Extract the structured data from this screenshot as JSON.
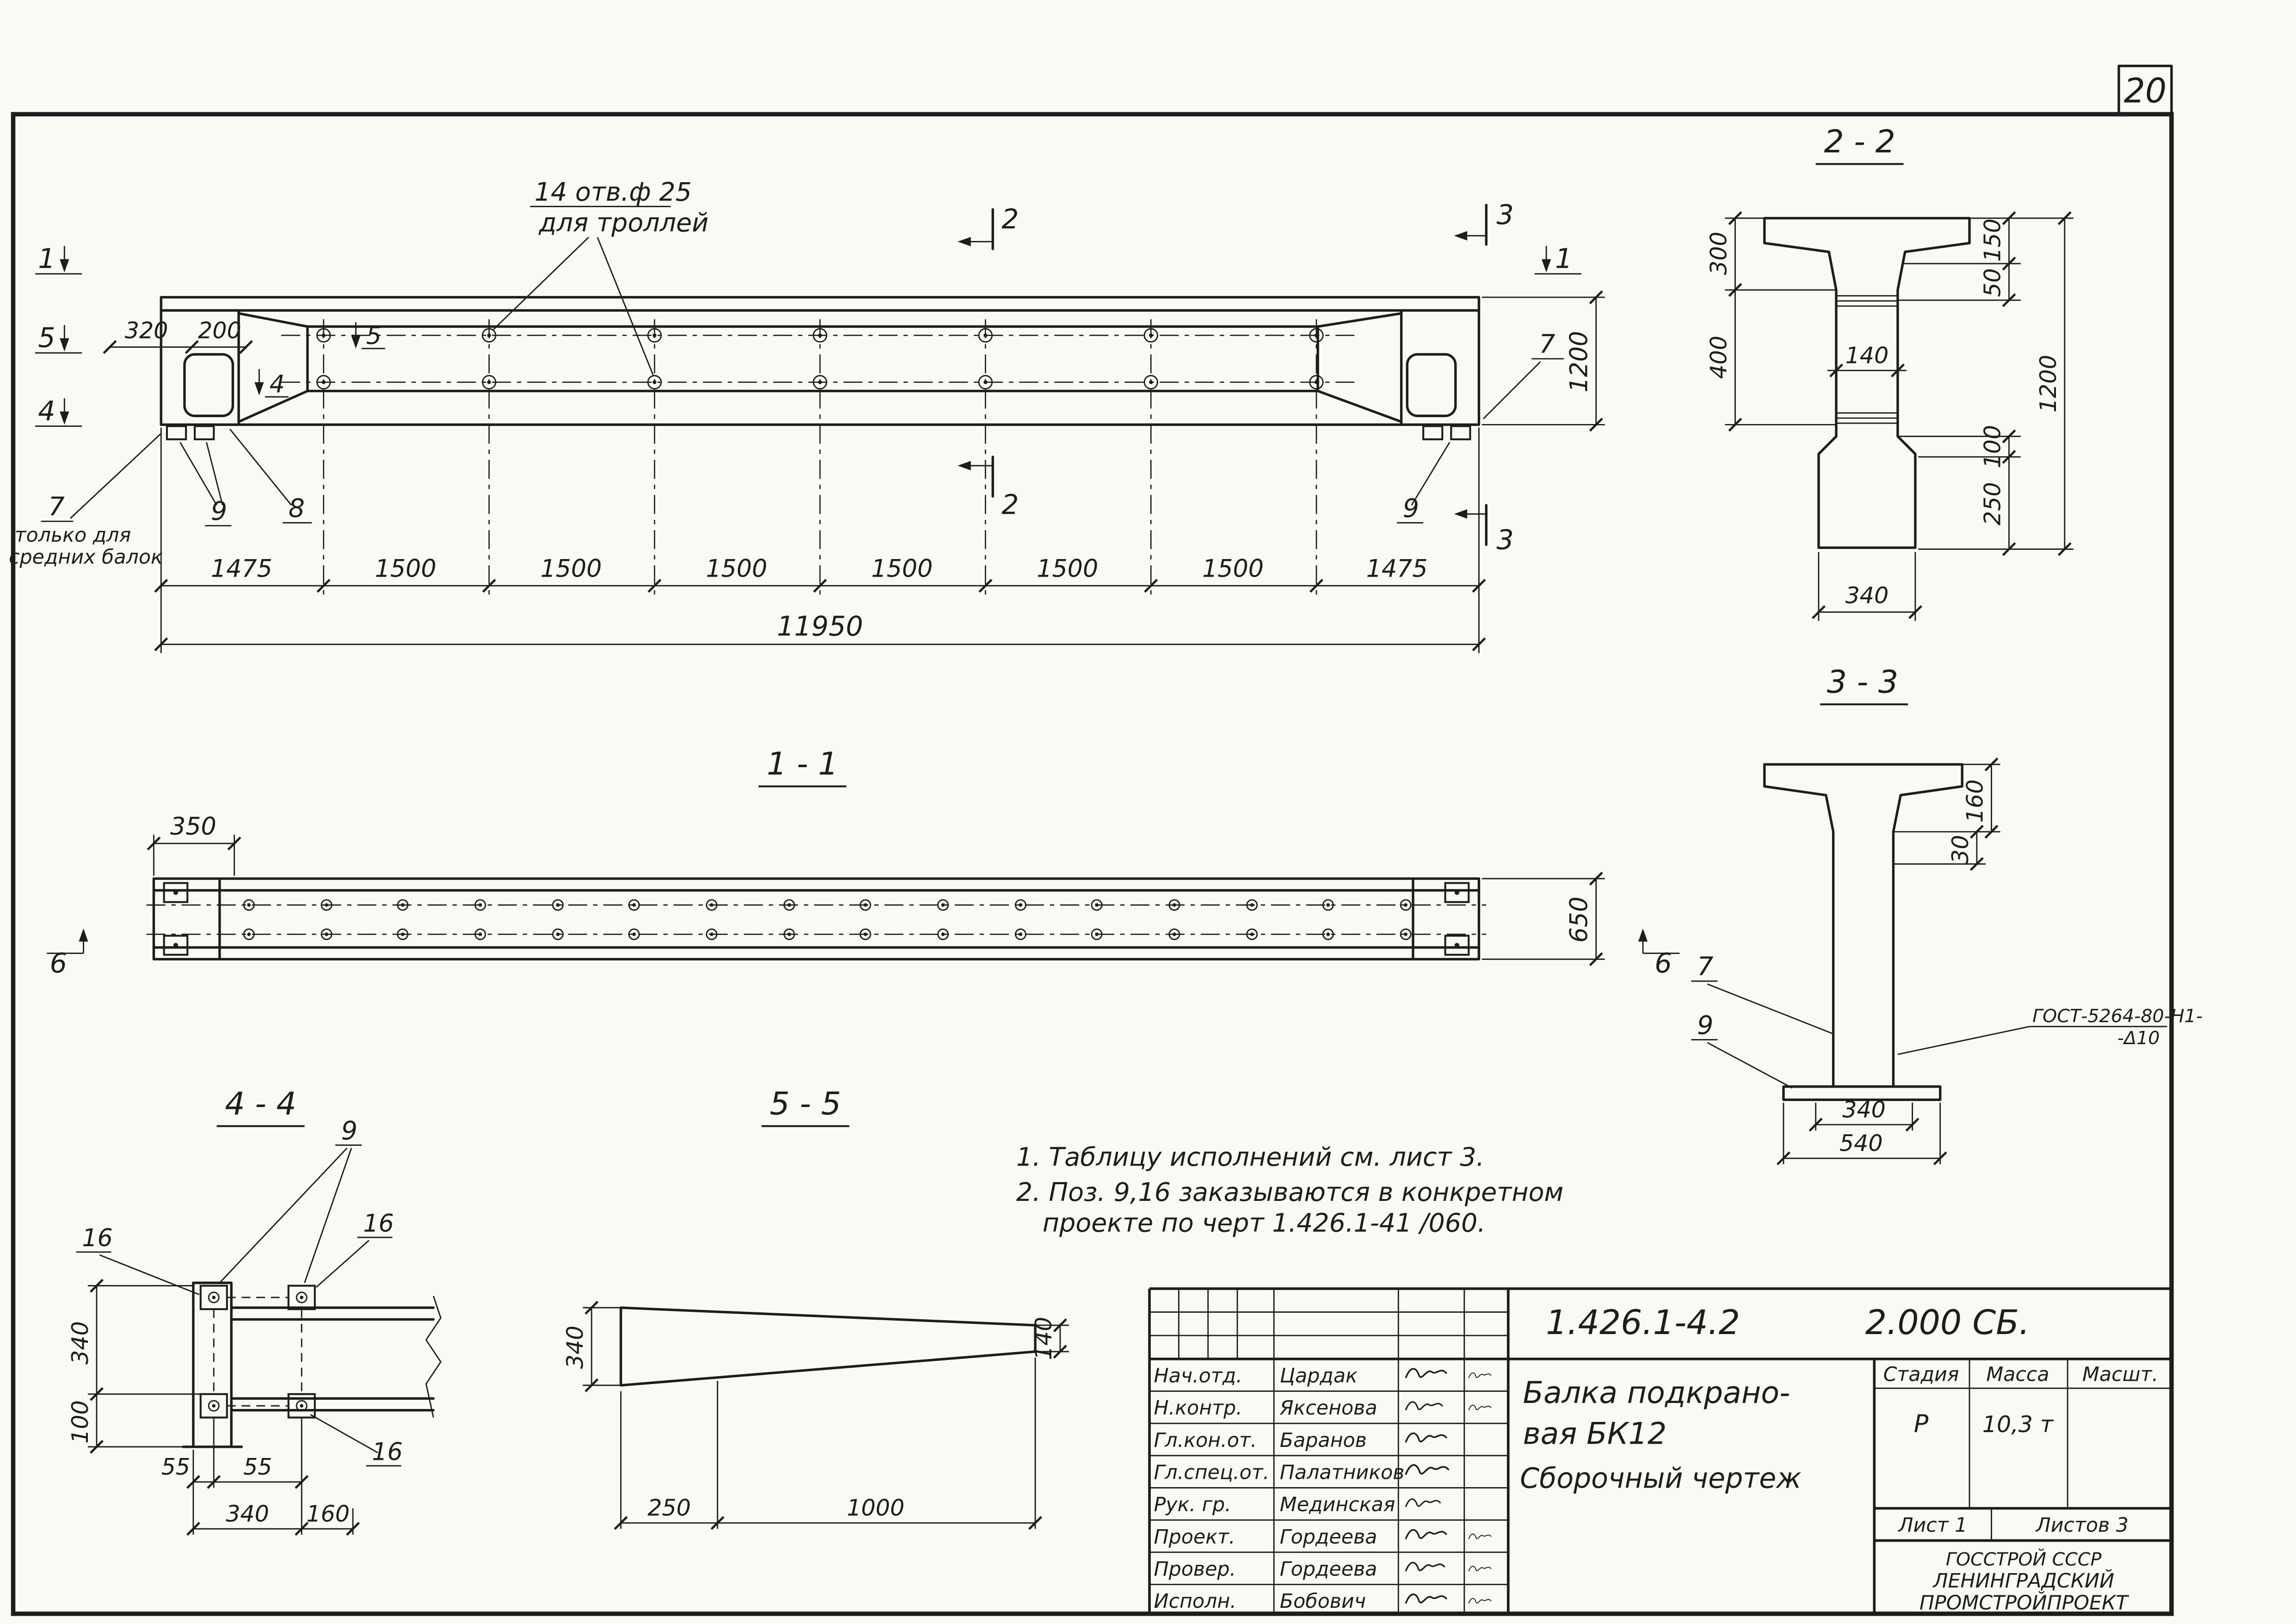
{
  "sheet_number": "20",
  "colors": {
    "ink": "#1d1d1d",
    "paper": "#faf9f4"
  },
  "main_view": {
    "holes_note_1": "14 отв.ф 25",
    "holes_note_2": "для троллей",
    "dim_320": "320",
    "dim_200": "200",
    "dim_1200": "1200",
    "seg_dims": [
      "1475",
      "1500",
      "1500",
      "1500",
      "1500",
      "1500",
      "1500",
      "1475"
    ],
    "dim_total": "11950",
    "marker_1_left": "1",
    "marker_5_left": "5",
    "marker_4_left": "4",
    "marker_5_inner": "5",
    "marker_4_inner": "4",
    "marker_2_top": "2",
    "marker_2_bottom": "2",
    "marker_3_top": "3",
    "marker_3_bottom": "3",
    "marker_1_right": "1",
    "label_7_right": "7",
    "label_7_left": "7",
    "note_left_1": "только для",
    "note_left_2": "средних балок",
    "label_9_left": "9",
    "label_8_left": "8",
    "label_9_right": "9"
  },
  "section_2_2": {
    "title": "2 - 2",
    "dim_300": "300",
    "dim_400": "400",
    "dim_140": "140",
    "dim_150": "150",
    "dim_50": "50",
    "dim_100": "100",
    "dim_250": "250",
    "dim_1200": "1200",
    "dim_340": "340"
  },
  "section_1_1": {
    "title": "1 - 1",
    "dim_350": "350",
    "dim_650": "650",
    "marker_6_left": "6",
    "marker_6_right": "6"
  },
  "section_3_3": {
    "title": "3 - 3",
    "dim_160": "160",
    "dim_30": "30",
    "label_7": "7",
    "label_9": "9",
    "gost_note_1": "ГОСТ-5264-80-Н1-",
    "gost_note_2": "-Δ10",
    "dim_340": "340",
    "dim_540": "540"
  },
  "section_4_4": {
    "title": "4 - 4",
    "label_9": "9",
    "label_16_a": "16",
    "label_16_b": "16",
    "label_16_c": "16",
    "dim_340_v": "340",
    "dim_100": "100",
    "dim_55_a": "55",
    "dim_55_b": "55",
    "dim_340_h": "340",
    "dim_160": "160"
  },
  "section_5_5": {
    "title": "5 - 5",
    "dim_340": "340",
    "dim_140": "140",
    "dim_250": "250",
    "dim_1000": "1000"
  },
  "notes": {
    "line1": "1. Таблицу исполнений  см. лист 3.",
    "line2": "2. Поз. 9,16 заказываются в конкретном",
    "line3": "проекте по черт 1.426.1-41 /060."
  },
  "title_block": {
    "doc_number": "1.426.1-4.2",
    "doc_code": "2.000 СБ.",
    "rows": [
      {
        "role": "Нач.отд.",
        "name": "Цардак"
      },
      {
        "role": "Н.контр.",
        "name": "Яксенова"
      },
      {
        "role": "Гл.кон.от.",
        "name": "Баранов"
      },
      {
        "role": "Гл.спец.от.",
        "name": "Палатников"
      },
      {
        "role": "Рук. гр.",
        "name": "Мединская"
      },
      {
        "role": "Проект.",
        "name": "Гордеева"
      },
      {
        "role": "Провер.",
        "name": "Гордеева"
      },
      {
        "role": "Исполн.",
        "name": "Бобович"
      }
    ],
    "subject_1": "Балка  подкрано-",
    "subject_2": "вая  БК12",
    "subject_3": "Сборочный  чертеж",
    "stage_header": "Стадия",
    "mass_header": "Масса",
    "scale_header": "Масшт.",
    "stage_value": "Р",
    "mass_value": "10,3 т",
    "sheet_label": "Лист 1",
    "sheets_label": "Листов 3",
    "org_1": "ГОССТРОЙ СССР",
    "org_2": "ЛЕНИНГРАДСКИЙ",
    "org_3": "ПРОМСТРОЙПРОЕКТ"
  }
}
